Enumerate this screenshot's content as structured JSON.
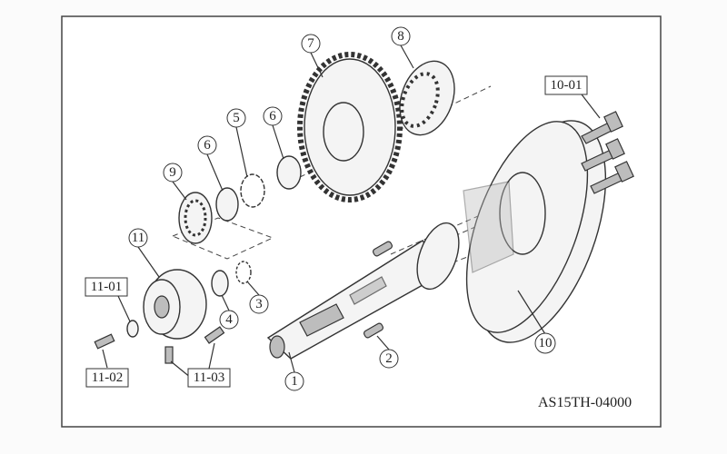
{
  "diagram_id": "AS15TH-04000",
  "callouts_circle": [
    "1",
    "2",
    "3",
    "4",
    "5",
    "6",
    "6",
    "7",
    "8",
    "9",
    "10",
    "11"
  ],
  "callouts_box": [
    "10-01",
    "11-01",
    "11-02",
    "11-03"
  ]
}
